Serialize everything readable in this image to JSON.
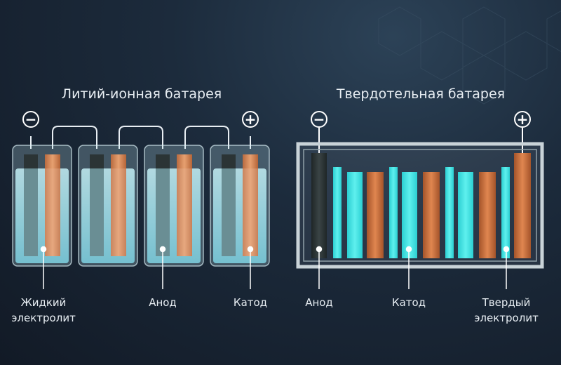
{
  "liion": {
    "title": "Литий-ионная батарея",
    "minus": "−",
    "plus": "+",
    "label_electrolyte_1": "Жидкий",
    "label_electrolyte_2": "электролит",
    "label_anode": "Анод",
    "label_cathode": "Катод"
  },
  "solid": {
    "title": "Твердотельная батарея",
    "minus": "−",
    "plus": "+",
    "label_anode": "Анод",
    "label_cathode": "Катод",
    "label_electrolyte_1": "Твердый",
    "label_electrolyte_2": "электролит"
  },
  "colors": {
    "background": "#172331",
    "liquid": "#9fe4ee",
    "anode": "#2b3435",
    "cathode": "#d4875a",
    "solid_electrolyte": "#2fd8d8",
    "casing": "#c9d3d8"
  }
}
